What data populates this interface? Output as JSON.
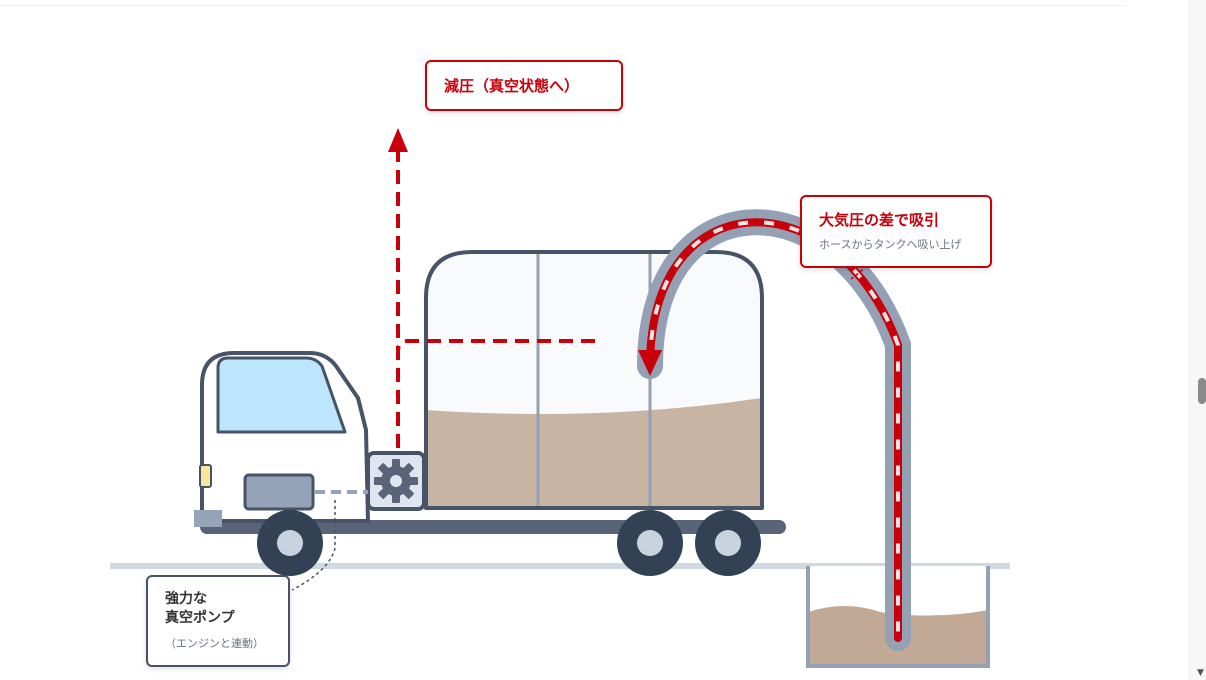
{
  "callouts": {
    "pressure_down": {
      "title": "減圧（真空状態へ）"
    },
    "suction": {
      "title": "大気圧の差で吸引",
      "subtitle": "ホースからタンクへ吸い上げ"
    },
    "pump": {
      "title_line1": "強力な",
      "title_line2": "真空ポンプ",
      "subtitle": "（エンジンと連動）"
    }
  },
  "colors": {
    "accent_red": "#c8000a",
    "outline": "#475467",
    "sludge": "#c8b4a2",
    "hose": "#94a0b4",
    "window": "#bde5fb"
  },
  "icons": {
    "pump": "gear-icon",
    "arrow_up": "arrow-up-icon",
    "arrow_down": "arrow-down-icon"
  }
}
